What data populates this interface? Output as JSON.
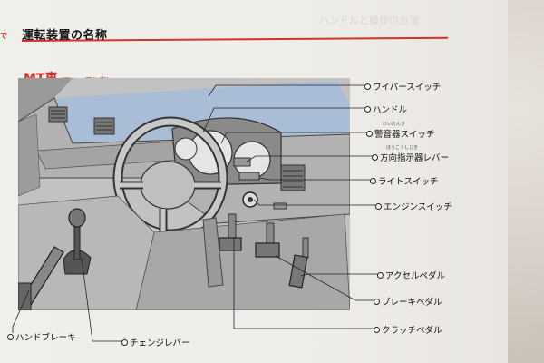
{
  "page": {
    "side_mark": "で",
    "section_title": "運転装置の名称",
    "subhead_main": "MT車",
    "subhead_sub": "(マニュアル車)",
    "ghost_heading": "ハンドルと操作の方法"
  },
  "labels": {
    "wiper": "ワイパースイッチ",
    "handle": "ハンドル",
    "horn": "警音器スイッチ",
    "turn_signal": "方向指示器レバー",
    "light": "ライトスイッチ",
    "engine": "エンジンスイッチ",
    "accelerator": "アクセルペダル",
    "brake_pedal": "ブレーキペダル",
    "clutch": "クラッチペダル",
    "hand_brake": "ハンドブレーキ",
    "change_lever": "チェンジレバー"
  },
  "ruby": {
    "horn": "けいおんき",
    "turn_signal": "ほうこうしじき"
  },
  "colors": {
    "accent": "#d2342c",
    "windshield": "#a9bed6",
    "interior": "#bdbdbd"
  }
}
